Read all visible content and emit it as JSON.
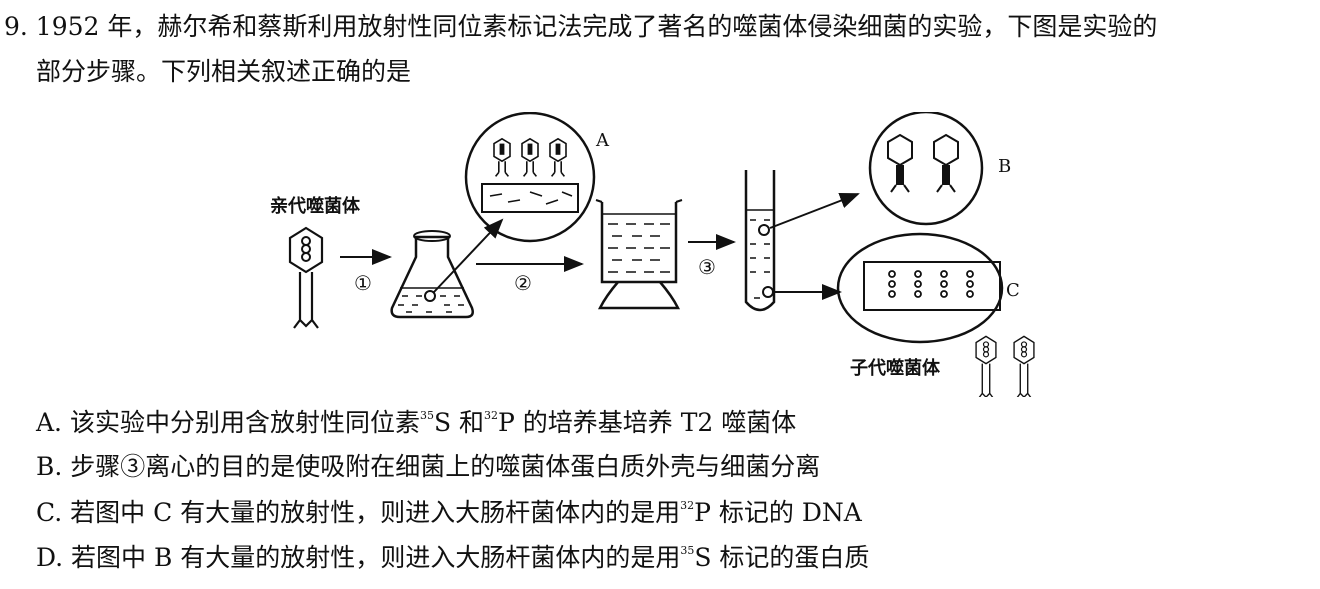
{
  "question": {
    "stem_line1": "9. 1952 年，赫尔希和蔡斯利用放射性同位素标记法完成了著名的噬菌体侵染细菌的实验，下图是实验的",
    "stem_line2": "部分步骤。下列相关叙述正确的是"
  },
  "figure": {
    "parent_label": "亲代噬菌体",
    "offspring_label": "子代噬菌体",
    "steps": [
      "①",
      "②",
      "③"
    ],
    "circle_labels": [
      "A",
      "B",
      "C"
    ]
  },
  "options": {
    "A": {
      "p1": "A. 该实验中分别用含放射性同位素",
      "s1": "35",
      "p2": "S 和",
      "s2": "32",
      "p3": "P 的培养基培养 T2 噬菌体"
    },
    "B": {
      "p1": "B. 步骤③离心的目的是使吸附在细菌上的噬菌体蛋白质外壳与细菌分离"
    },
    "C": {
      "p1": "C. 若图中 C 有大量的放射性，则进入大肠杆菌体内的是用",
      "s1": "32",
      "p2": "P 标记的 DNA"
    },
    "D": {
      "p1": "D. 若图中 B 有大量的放射性，则进入大肠杆菌体内的是用",
      "s1": "35",
      "p2": "S 标记的蛋白质"
    }
  }
}
